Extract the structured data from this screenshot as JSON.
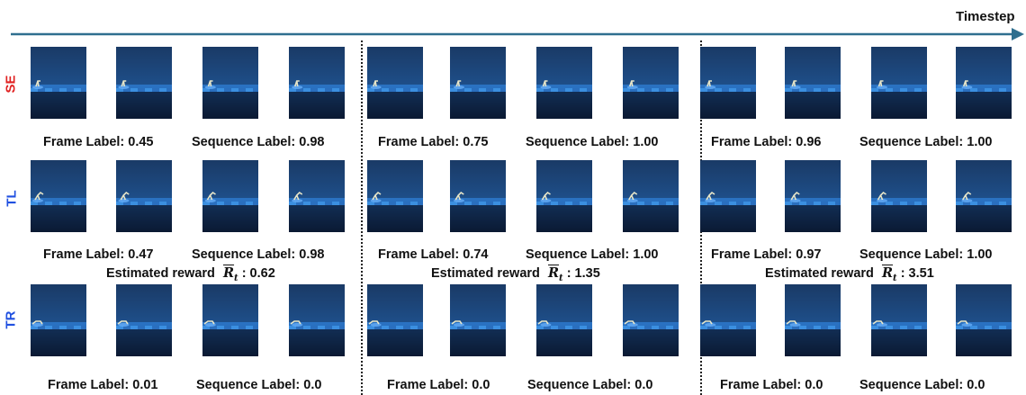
{
  "timeline": {
    "label": "Timestep",
    "color": "#2f6f8f"
  },
  "rows": [
    {
      "label": "SE",
      "color": "#e02020"
    },
    {
      "label": "TL",
      "color": "#2050e0"
    },
    {
      "label": "TR",
      "color": "#2050e0"
    }
  ],
  "captions": {
    "row0": [
      {
        "frame": "Frame Label: 0.45",
        "sequence": "Sequence Label: 0.98"
      },
      {
        "frame": "Frame Label: 0.75",
        "sequence": "Sequence Label: 1.00"
      },
      {
        "frame": "Frame Label: 0.96",
        "sequence": "Sequence Label: 1.00"
      }
    ],
    "row1": [
      {
        "frame": "Frame Label: 0.47",
        "sequence": "Sequence Label: 0.98"
      },
      {
        "frame": "Frame Label: 0.74",
        "sequence": "Sequence Label: 1.00"
      },
      {
        "frame": "Frame Label: 0.97",
        "sequence": "Sequence Label: 1.00"
      }
    ],
    "row2": [
      {
        "frame": "Frame Label: 0.01",
        "sequence": "Sequence Label: 0.0"
      },
      {
        "frame": "Frame Label: 0.0",
        "sequence": "Sequence Label: 0.0"
      },
      {
        "frame": "Frame Label: 0.0",
        "sequence": "Sequence Label: 0.0"
      }
    ]
  },
  "rewards": {
    "prefix": "Estimated reward",
    "symbol": "R",
    "subscript": "t",
    "values": [
      ": 0.62",
      ": 1.35",
      ": 3.51"
    ]
  },
  "colors": {
    "water_top": "#1a3a66",
    "water_bottom": "#0b1a33",
    "floor": "#3b8fe0"
  }
}
